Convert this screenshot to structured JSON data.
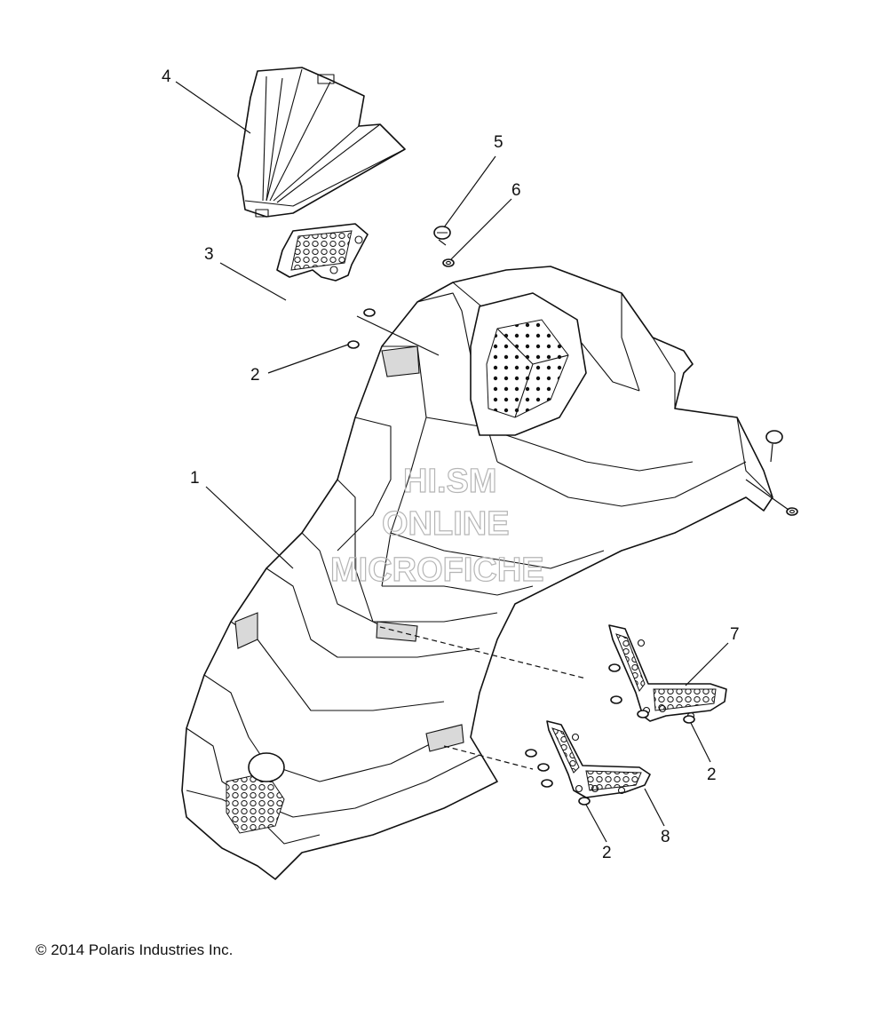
{
  "watermark": {
    "line1": "HI.SM",
    "line2": "ONLINE",
    "line3": "MICROFICHE"
  },
  "callouts": {
    "c1": "1",
    "c2a": "2",
    "c2b": "2",
    "c2c": "2",
    "c3": "3",
    "c4": "4",
    "c5": "5",
    "c6": "6",
    "c7": "7",
    "c8": "8"
  },
  "footer": {
    "copyright": "© 2014 Polaris Industries Inc."
  }
}
